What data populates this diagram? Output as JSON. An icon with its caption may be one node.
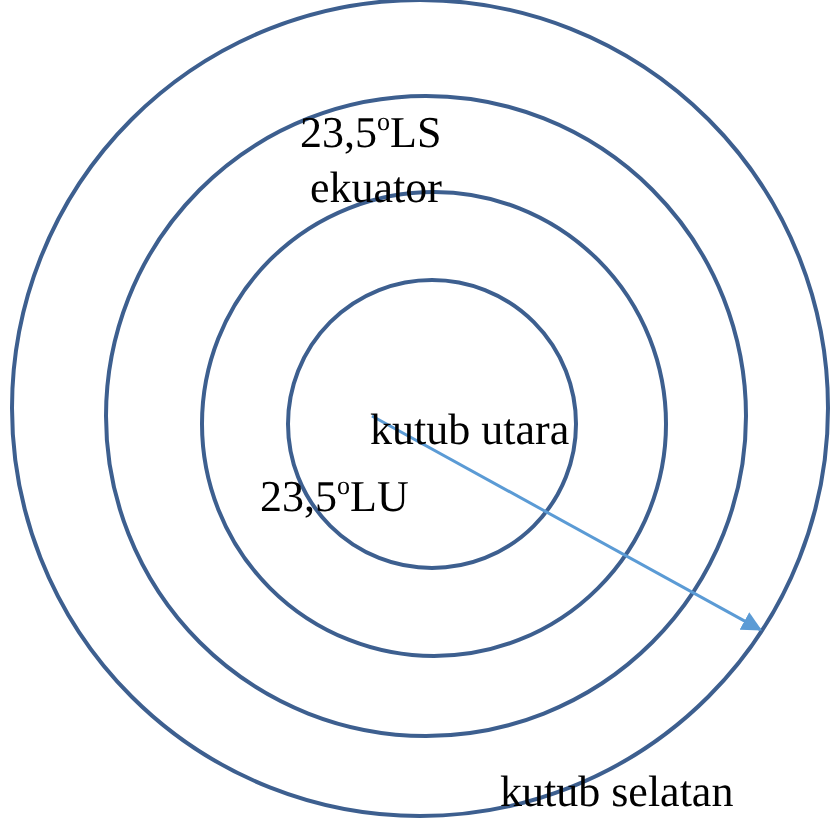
{
  "diagram": {
    "nodes": [
      {
        "text": [],
        "shape": "circle"
      },
      {
        "text": [],
        "shape": "circle",
        "in": 0
      },
      {
        "text": [],
        "shape": "circle",
        "in": 1
      },
      {
        "text": [],
        "shape": "circle",
        "in": 2
      }
    ],
    "edges": [
      {
        "from": 3,
        "to": 0,
        "arrow": "to"
      }
    ],
    "labels": [
      "23,5$^{o}$LS",
      "ekuator",
      "kutub utara",
      "23,5$^{o}$LU",
      "kutub selatan"
    ]
  }
}
